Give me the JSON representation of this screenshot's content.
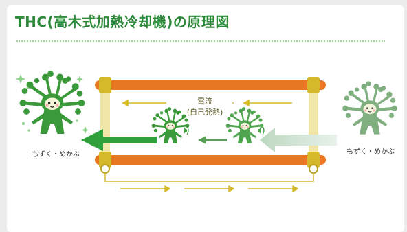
{
  "title": "THC(高木式加熱冷却機)の原理図",
  "current_label": "電流",
  "current_sub_label": "(自己発熱)",
  "mascot_left_label": "もずく・めかぶ",
  "mascot_right_label": "もずく・めかぶ",
  "colors": {
    "title_green": "#2c8a3a",
    "rail_orange": "#e87722",
    "post_yellow": "#d4b92a",
    "mascot_green": "#3a9a3a",
    "mascot_faded": "#6aa26a",
    "arrow_green": "#2fa03a"
  },
  "icons": [
    "mascot-seaweed-icon",
    "arrow-left-icon",
    "arrow-right-icon",
    "sparkle-icon",
    "connector-circle-icon"
  ]
}
